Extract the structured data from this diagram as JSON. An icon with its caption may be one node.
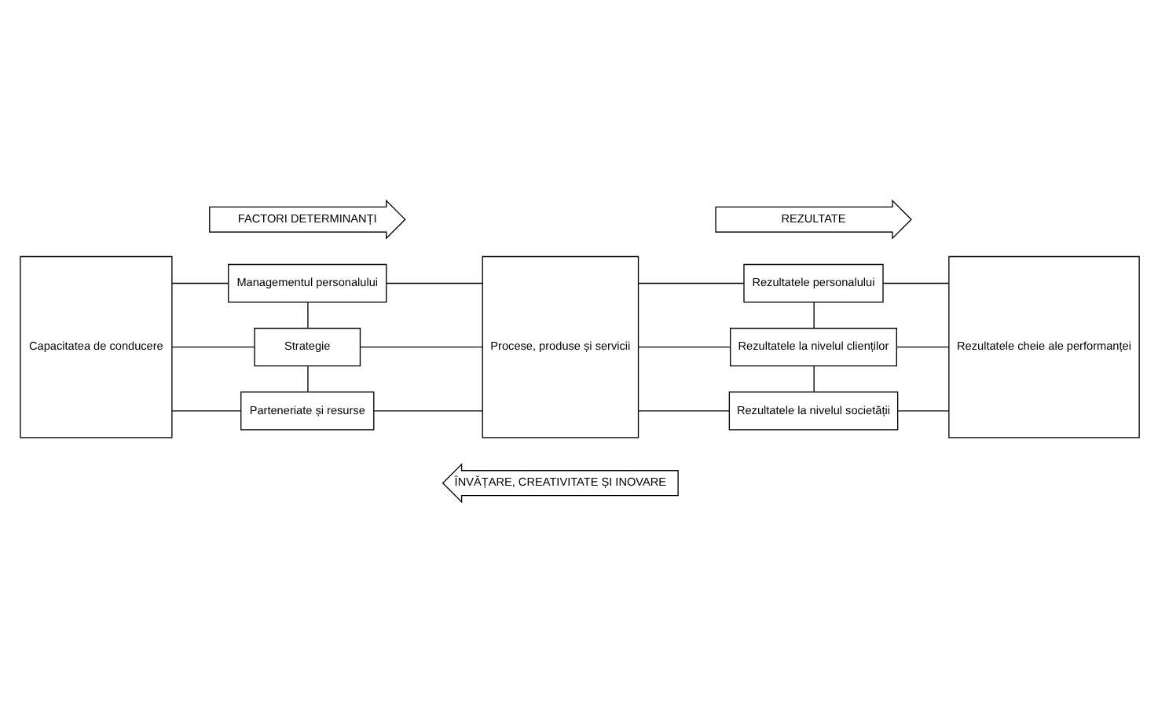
{
  "diagram": {
    "nodes": [
      {
        "text": [
          "FACTORI DETERMINANȚI"
        ]
      },
      {
        "text": [
          "REZULTATE"
        ]
      },
      {
        "text": [
          "Capacitatea de conducere"
        ]
      },
      {
        "text": [
          "Managementul personalului"
        ]
      },
      {
        "text": [
          "Strategie"
        ]
      },
      {
        "text": [
          "Parteneriate și resurse"
        ]
      },
      {
        "text": [
          "Procese, produse și servicii"
        ]
      },
      {
        "text": [
          "Rezultatele personalului"
        ]
      },
      {
        "text": [
          "Rezultatele la nivelul clienților"
        ]
      },
      {
        "text": [
          "Rezultatele la nivelul societății"
        ]
      },
      {
        "text": [
          "Rezultatele cheie ale performanței"
        ]
      },
      {
        "text": [
          "ÎNVĂȚARE, CREATIVITATE ȘI INOVARE"
        ]
      }
    ],
    "edges": [
      {
        "from": 2,
        "to": 3,
        "arrow": "none"
      },
      {
        "from": 2,
        "to": 4,
        "arrow": "none"
      },
      {
        "from": 2,
        "to": 5,
        "arrow": "none"
      },
      {
        "from": 3,
        "to": 4,
        "arrow": "none"
      },
      {
        "from": 4,
        "to": 5,
        "arrow": "none"
      },
      {
        "from": 3,
        "to": 6,
        "arrow": "none"
      },
      {
        "from": 4,
        "to": 6,
        "arrow": "none"
      },
      {
        "from": 5,
        "to": 6,
        "arrow": "none"
      },
      {
        "from": 6,
        "to": 7,
        "arrow": "none"
      },
      {
        "from": 6,
        "to": 8,
        "arrow": "none"
      },
      {
        "from": 6,
        "to": 9,
        "arrow": "none"
      },
      {
        "from": 7,
        "to": 8,
        "arrow": "none"
      },
      {
        "from": 8,
        "to": 9,
        "arrow": "none"
      },
      {
        "from": 7,
        "to": 10,
        "arrow": "none"
      },
      {
        "from": 8,
        "to": 10,
        "arrow": "none"
      },
      {
        "from": 9,
        "to": 10,
        "arrow": "none"
      }
    ]
  }
}
